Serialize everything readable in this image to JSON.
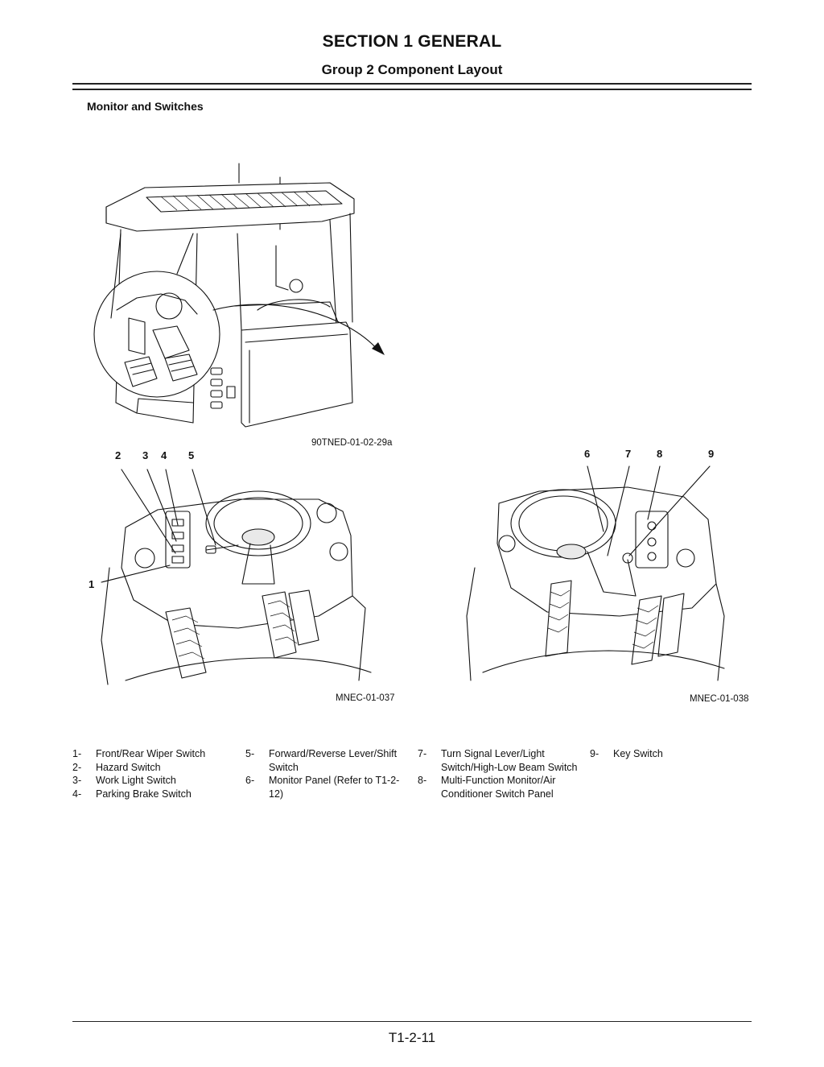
{
  "header": {
    "title": "SECTION 1 GENERAL",
    "subtitle": "Group 2 Component Layout"
  },
  "section": {
    "heading": "Monitor and Switches"
  },
  "figures": {
    "cab": {
      "caption": "90TNED-01-02-29a"
    },
    "left": {
      "caption": "MNEC-01-037",
      "callouts": [
        "1",
        "2",
        "3",
        "4",
        "5"
      ]
    },
    "right": {
      "caption": "MNEC-01-038",
      "callouts": [
        "6",
        "7",
        "8",
        "9"
      ]
    }
  },
  "legend": [
    {
      "num": "1-",
      "text": "Front/Rear Wiper Switch"
    },
    {
      "num": "2-",
      "text": "Hazard Switch"
    },
    {
      "num": "3-",
      "text": "Work Light Switch"
    },
    {
      "num": "4-",
      "text": "Parking Brake Switch"
    },
    {
      "num": "5-",
      "text": "Forward/Reverse Lever/Shift Switch"
    },
    {
      "num": "6-",
      "text": "Monitor Panel (Refer to T1-2-12)"
    },
    {
      "num": "7-",
      "text": "Turn Signal Lever/Light Switch/High-Low Beam Switch"
    },
    {
      "num": "8-",
      "text": "Multi-Function Monitor/Air Conditioner Switch Panel"
    },
    {
      "num": "9-",
      "text": "Key Switch"
    }
  ],
  "footer": {
    "page_number": "T1-2-11"
  }
}
